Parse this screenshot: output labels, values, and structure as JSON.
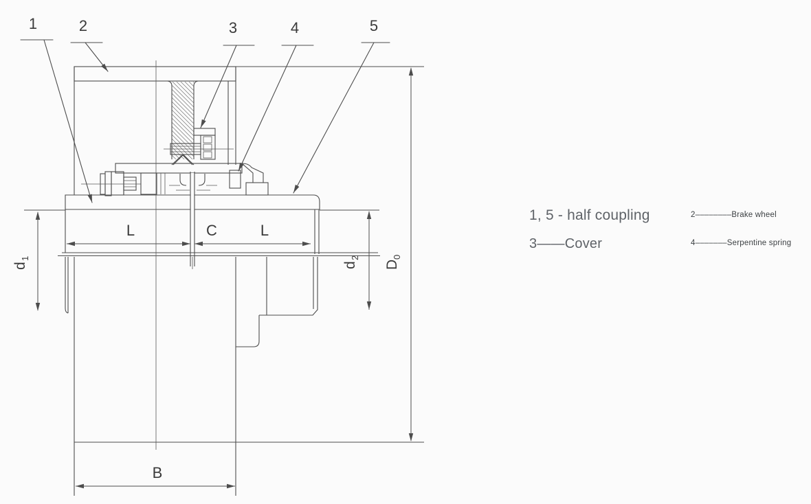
{
  "colors": {
    "background": "#fbfbfb",
    "line": "#4d4d4d",
    "hatch": "#707070",
    "drawing_text": "#3a3a3a",
    "legend_primary": "#5f6368",
    "legend_secondary": "#3c4043"
  },
  "callouts": {
    "c1": "1",
    "c2": "2",
    "c3": "3",
    "c4": "4",
    "c5": "5"
  },
  "dimensions": {
    "L_left": "L",
    "C": "C",
    "L_right": "L",
    "B": "B",
    "d1_base": "d",
    "d1_sub": "1",
    "d2_base": "d",
    "d2_sub": "2",
    "D0_base": "D",
    "D0_sub": "0"
  },
  "legend": {
    "half_coupling": "1, 5 - half coupling",
    "brake_wheel": "2––––––––Brake wheel",
    "cover": "3——Cover",
    "serpentine_spring": "4–––––––Serpentine spring"
  }
}
